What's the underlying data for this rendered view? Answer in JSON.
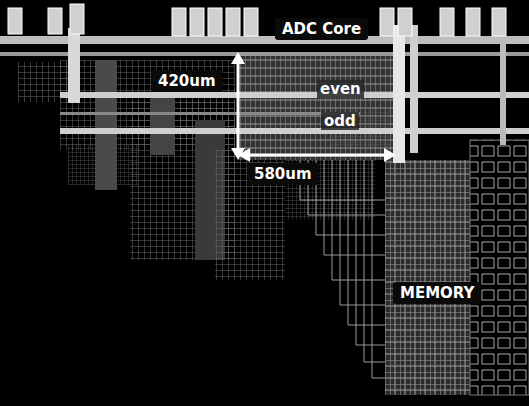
{
  "diagram": {
    "nodes": [
      {
        "text": [
          "ADC Core"
        ]
      },
      {
        "text": [
          "MEMORY"
        ]
      }
    ],
    "labels": [
      "420um",
      "even",
      "odd",
      "580um"
    ]
  }
}
